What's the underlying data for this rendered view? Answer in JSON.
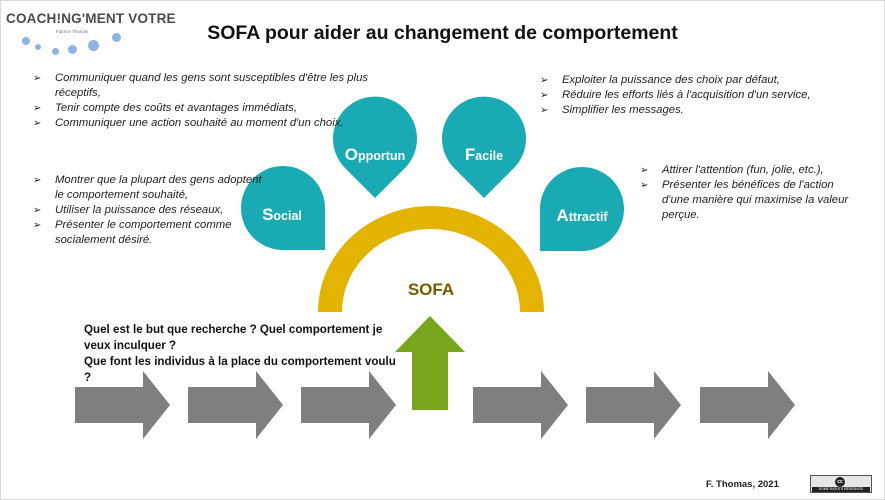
{
  "logo": {
    "text": "COACH!NG'MENT VOTRE",
    "subtitle": "Fabrice Thomas"
  },
  "title": "SOFA pour aider au changement de comportement",
  "colors": {
    "teal": "#1aaab4",
    "gold": "#e2b300",
    "green": "#77a51c",
    "gray": "#7f7f7f",
    "logo_dots": "#8fb4e3"
  },
  "drops": [
    {
      "initial": "S",
      "rest": "ocial"
    },
    {
      "initial": "O",
      "rest": "pportun"
    },
    {
      "initial": "F",
      "rest": "acile"
    },
    {
      "initial": "A",
      "rest": "ttractif"
    }
  ],
  "arch_label": "SOFA",
  "bullets": {
    "opportun": [
      "Communiquer quand les gens sont susceptibles d'être les plus réceptifs,",
      "Tenir compte des coûts et avantages immédiats,",
      "Communiquer une action souhaité au moment d'un choix."
    ],
    "social": [
      "Montrer que la plupart des gens adoptent le comportement souhaité,",
      "Utiliser la puissance des réseaux,",
      "Présenter le comportement comme socialement désiré."
    ],
    "facile": [
      "Exploiter la puissance des choix par défaut,",
      "Réduire les efforts liés à l'acquisition d'un service,",
      "Simplifier les messages."
    ],
    "attractif": [
      "Attirer l'attention (fun, jolie, etc.),",
      "Présenter les bénéfices de l'action d'une manière qui maximise la valeur perçue."
    ]
  },
  "questions": [
    "Quel est le but que recherche ? Quel comportement je veux inculquer ?",
    "Que font les individus à la place du comportement voulu ?"
  ],
  "credit": "F. Thomas, 2021",
  "license_badge": {
    "symbol": "cc",
    "text": "SOME RIGHTS RESERVED"
  }
}
